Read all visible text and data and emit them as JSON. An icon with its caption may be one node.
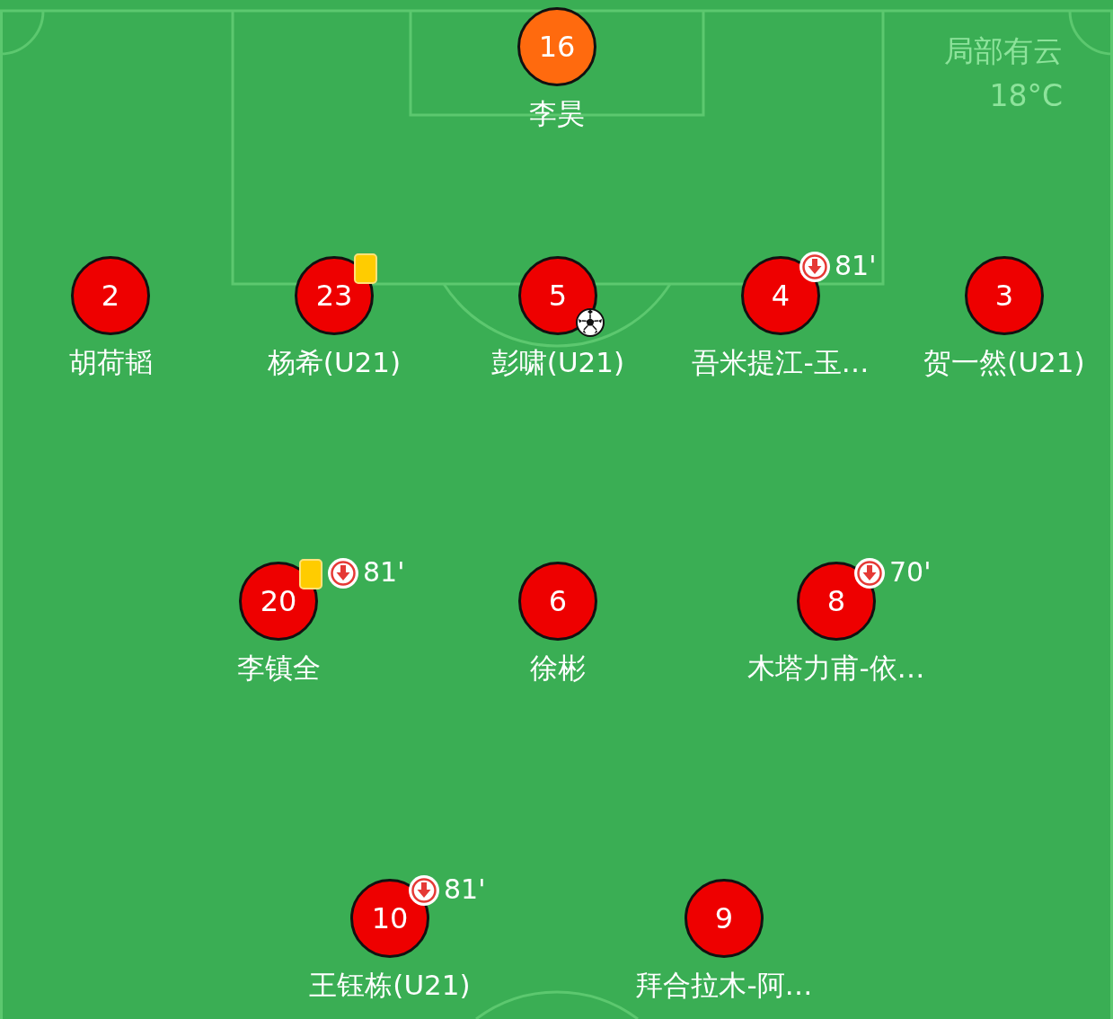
{
  "diagram": {
    "nodes": [
      {
        "text": [
          "16"
        ],
        "beside": [
          "李昊"
        ]
      },
      {
        "text": [
          "2"
        ],
        "beside": [
          "胡荷韬"
        ]
      },
      {
        "text": [
          "23"
        ],
        "beside": [
          "杨希(U21)"
        ]
      },
      {
        "text": [
          "5"
        ],
        "beside": [
          "彭啸(U21)"
        ]
      },
      {
        "text": [
          "4"
        ],
        "beside": [
          "吾米提江-玉…",
          "81'"
        ]
      },
      {
        "text": [
          "3"
        ],
        "beside": [
          "贺一然(U21)"
        ]
      },
      {
        "text": [
          "20"
        ],
        "beside": [
          "李镇全",
          "81'"
        ]
      },
      {
        "text": [
          "6"
        ],
        "beside": [
          "徐彬"
        ]
      },
      {
        "text": [
          "8"
        ],
        "beside": [
          "木塔力甫-依…",
          "70'"
        ]
      },
      {
        "text": [
          "10"
        ],
        "beside": [
          "王钰栋(U21)",
          "81'"
        ]
      },
      {
        "text": [
          "9"
        ],
        "beside": [
          "拜合拉木-阿…"
        ]
      }
    ],
    "labels": [
      "局部有云",
      "18°C"
    ]
  }
}
